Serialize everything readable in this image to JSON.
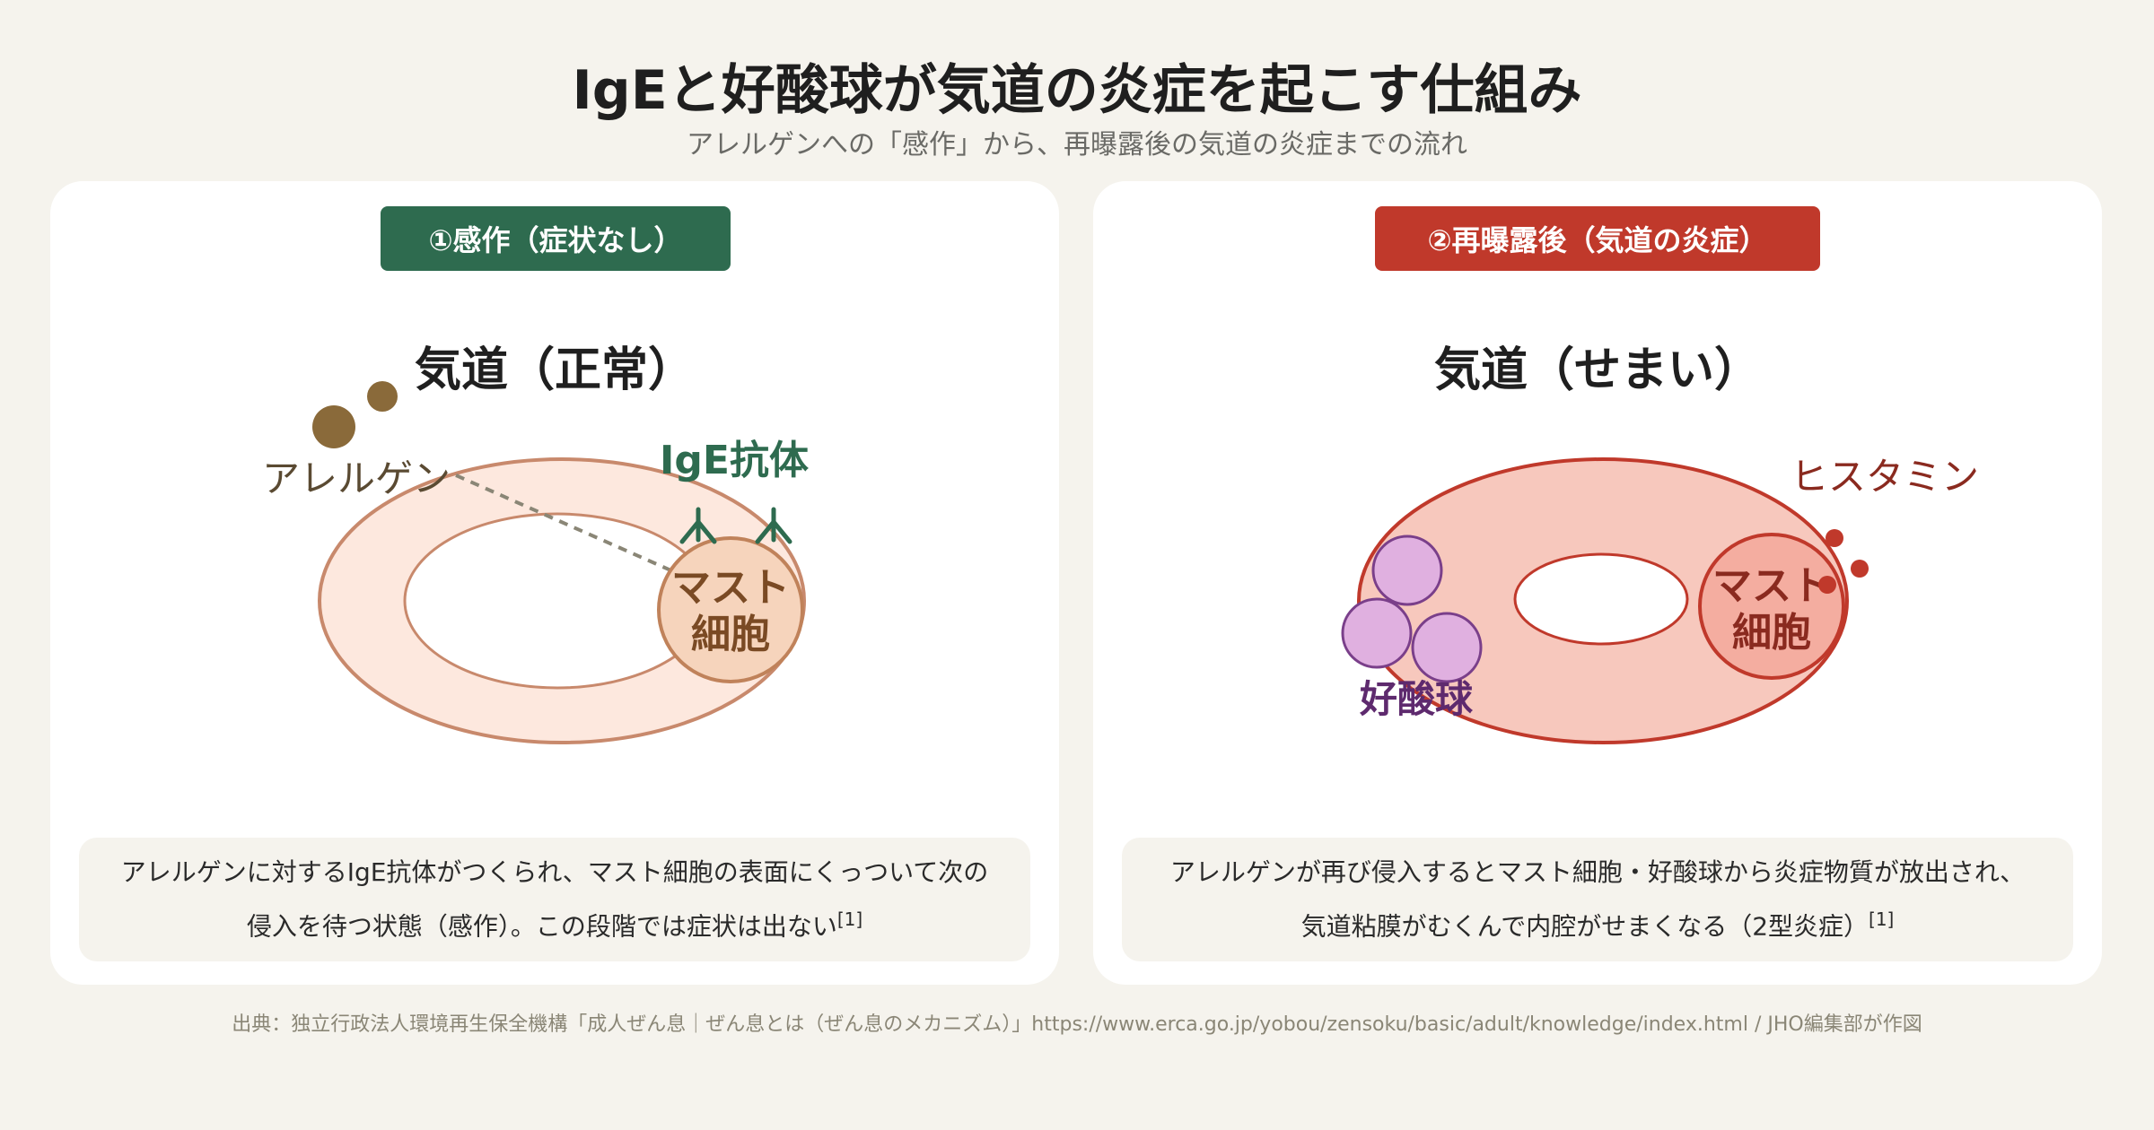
{
  "header": {
    "title": "IgEと好酸球が気道の炎症を起こす仕組み",
    "subtitle": "アレルゲンへの「感作」から、再曝露後の気道の炎症までの流れ"
  },
  "panels": [
    {
      "badge": "①感作（症状なし）",
      "airway_title": "気道（正常）",
      "labels": {
        "allergen": "アレルゲン",
        "ige": "IgE抗体",
        "mast_line1": "マスト",
        "mast_line2": "細胞"
      },
      "desc_line1": "アレルゲンに対するIgE抗体がつくられ、マスト細胞の表面にくっついて次の",
      "desc_line2": "侵入を待つ状態（感作）。この段階では症状は出ない",
      "ref": "[1]"
    },
    {
      "badge": "②再曝露後（気道の炎症）",
      "airway_title": "気道（せまい）",
      "labels": {
        "histamine": "ヒスタミン",
        "eosinophil": "好酸球",
        "mast_line1": "マスト",
        "mast_line2": "細胞"
      },
      "desc_line1": "アレルゲンが再び侵入するとマスト細胞・好酸球から炎症物質が放出され、",
      "desc_line2": "気道粘膜がむくんで内腔がせまくなる（2型炎症）",
      "ref": "[1]"
    }
  ],
  "source": "出典：独立行政法人環境再生保全機構「成人ぜん息｜ぜん息とは（ぜん息のメカニズム）」https://www.erca.go.jp/yobou/zensoku/basic/adult/knowledge/index.html / JHO編集部が作図",
  "colors": {
    "green": "#2e6b4f",
    "red": "#c0392b",
    "allergen": "#8a6a3a",
    "eosinophil": "#7a3f8a"
  }
}
